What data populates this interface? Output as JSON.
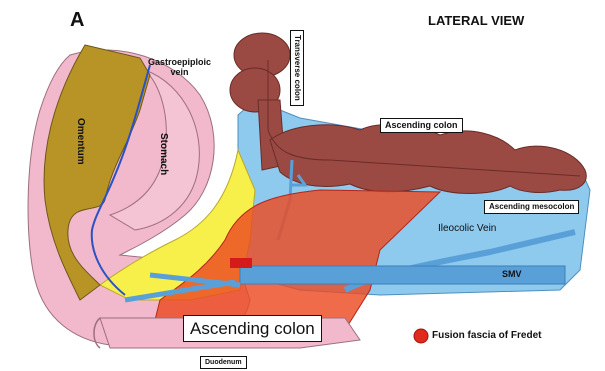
{
  "panel_letter": "A",
  "view_title": "LATERAL VIEW",
  "labels": {
    "gastroepiploic": "Gastroepiploic\nvein",
    "omentum": "Omentum",
    "stomach": "Stomach",
    "transverse_colon": "Transverse colon",
    "ascending_colon_top": "Ascending colon",
    "ascending_mesocolon": "Ascending mesocolon",
    "ileocolic_vein": "Ileocolic Vein",
    "smv": "SMV",
    "ascending_colon_main": "Ascending colon",
    "duodenum": "Duodenum"
  },
  "legend": {
    "label": "Fusion fascia of Fredet",
    "color": "#e02a1c"
  },
  "colors": {
    "omentum": "#b89427",
    "stomach_pink": "#f2b8cc",
    "mesocolon_blue": "#8ec9ee",
    "colon_brown": "#9b4a43",
    "fredet_red": "#ec4a22",
    "yellow": "#f7ef4a",
    "vein_blue": "#5aa0d8"
  }
}
